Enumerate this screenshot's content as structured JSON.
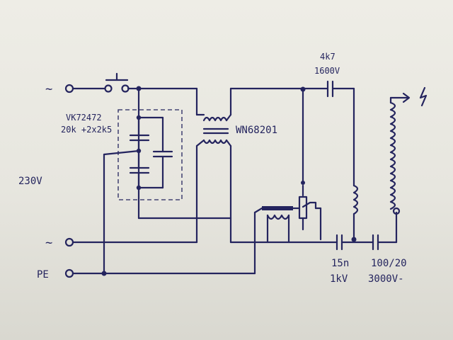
{
  "terminals": {
    "line_a": "~",
    "line_b": "~",
    "pe": "PE"
  },
  "supply_label": "230V",
  "capacitor_block": {
    "part": "VK72472",
    "values": "20k +2x2k5"
  },
  "transformer": "WN68201",
  "hv_cap": {
    "value": "4k7",
    "rating": "1600V"
  },
  "small_cap": {
    "value": "15n",
    "rating": "1kV"
  },
  "output_cap": {
    "value": "100/20",
    "rating": "3000V-"
  },
  "colors": {
    "ink": "#24245e",
    "paper": "#e6e5de"
  }
}
